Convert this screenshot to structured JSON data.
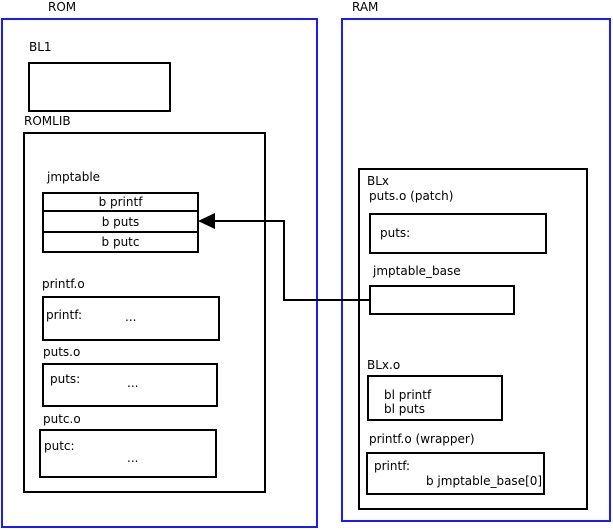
{
  "colors": {
    "frame_blue": "#1a1aff",
    "line_black": "#000000",
    "background": "#ffffff"
  },
  "rom": {
    "title": "ROM",
    "bl1": {
      "label": "BL1"
    },
    "romlib": {
      "label": "ROMLIB"
    },
    "jmptable": {
      "label": "jmptable",
      "rows": [
        "b printf",
        "b puts",
        "b putc"
      ]
    },
    "objects": {
      "printf_o": {
        "label": "printf.o",
        "symbol": "printf:",
        "ellipsis": "..."
      },
      "puts_o": {
        "label": "puts.o",
        "symbol": "puts:",
        "ellipsis": "..."
      },
      "putc_o": {
        "label": "putc.o",
        "symbol": "putc:",
        "ellipsis": "..."
      }
    }
  },
  "ram": {
    "title": "RAM",
    "blx": {
      "label": "BLx"
    },
    "puts_patch": {
      "label": "puts.o (patch)",
      "symbol": "puts:"
    },
    "jmptable_base": {
      "label": "jmptable_base"
    },
    "blx_o": {
      "label": "BLx.o",
      "instructions": [
        "bl printf",
        "bl puts"
      ]
    },
    "printf_wrapper": {
      "label": "printf.o (wrapper)",
      "symbol": "printf:",
      "instruction": "b jmptable_base[0]"
    }
  }
}
